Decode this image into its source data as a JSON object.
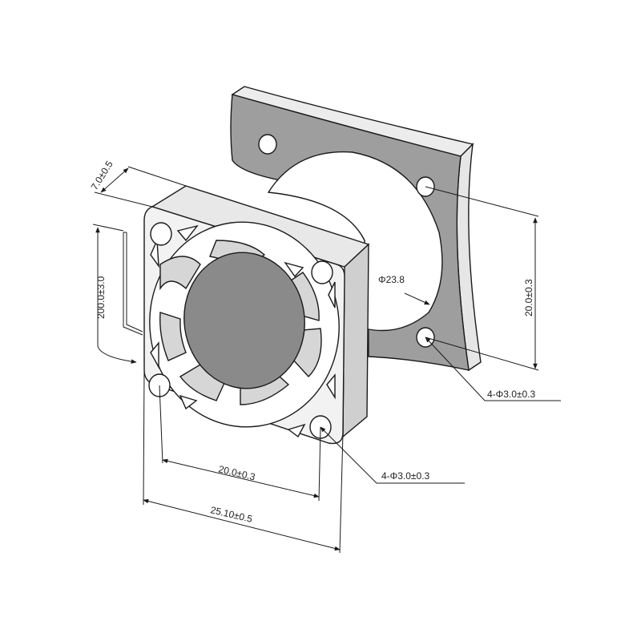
{
  "drawing": {
    "dimensions": {
      "thickness": "7.0±0.5",
      "cable_length": "200.0±3.0",
      "hole_spacing_horizontal": "20.0±0.3",
      "frame_width": "25.10±0.5",
      "hole_spacing_vertical": "20.0±0.3",
      "bore_diameter": "Φ23.8",
      "holes_front": "4-Φ3.0±0.3",
      "holes_back": "4-Φ3.0±0.3"
    },
    "colors": {
      "outline": "#1a1a1a",
      "frame_face": "#f2f2f2",
      "frame_side": "#cfcfcf",
      "hub": "#8a8a8a",
      "blade": "#d6d6d6",
      "plate": "#9e9e9e",
      "plate_edge": "#ececec"
    }
  }
}
